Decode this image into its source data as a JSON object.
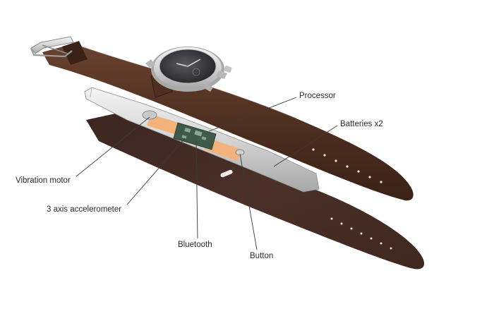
{
  "labels": {
    "processor": "Processor",
    "batteries": "Batteries x2",
    "vibration_motor": "Vibration motor",
    "accelerometer": "3 axis accelerometer",
    "bluetooth": "Bluetooth",
    "button": "Button"
  },
  "colors": {
    "leather": "#4a2c1e",
    "leather_light": "#6a4230",
    "leather_dark": "#3a2218",
    "metal": "#d8d8d8",
    "metal_dark": "#8f8f8f",
    "battery": "#f3b27a",
    "pcb": "#3f5a4a",
    "leader_line": "#3a3a3a",
    "text": "#2b2b2b"
  },
  "icons": {
    "watch": "watch-face-icon",
    "buckle": "buckle-icon"
  }
}
